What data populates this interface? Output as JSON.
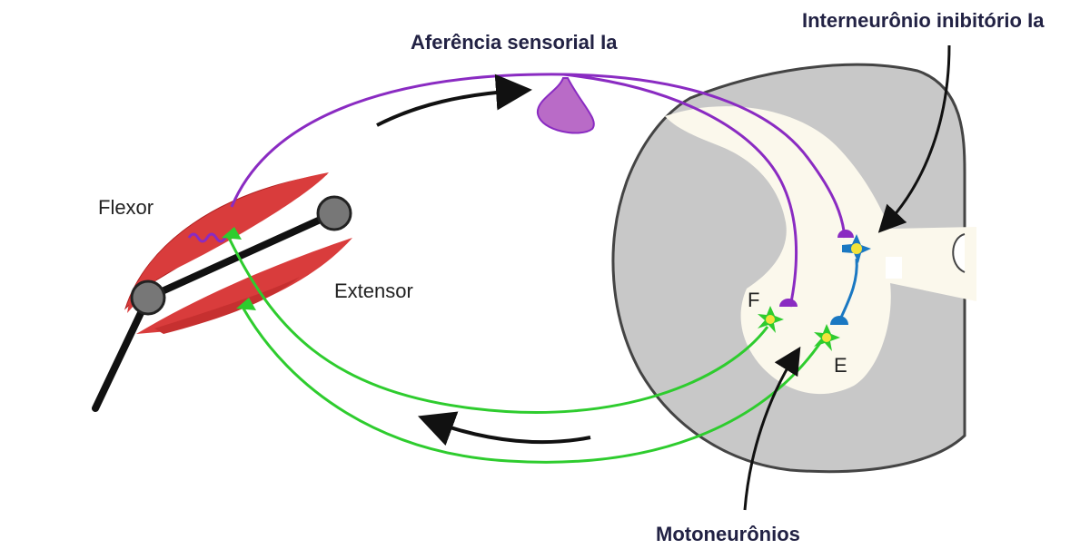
{
  "labels": {
    "afferent": "Aferência sensorial Ia",
    "interneuron": "Interneurônio inibitório Ia",
    "motoneurons": "Motoneurônios",
    "flexor": "Flexor",
    "extensor": "Extensor",
    "f": "F",
    "e": "E"
  },
  "colors": {
    "afferent": "#8a2bc2",
    "motor": "#2ecc2e",
    "interneuron": "#1a78c2",
    "muscle": "#d93c3c",
    "spinal_gray": "#c8c8c8",
    "white_matter": "#fbf8ec",
    "arrow": "#111111"
  }
}
